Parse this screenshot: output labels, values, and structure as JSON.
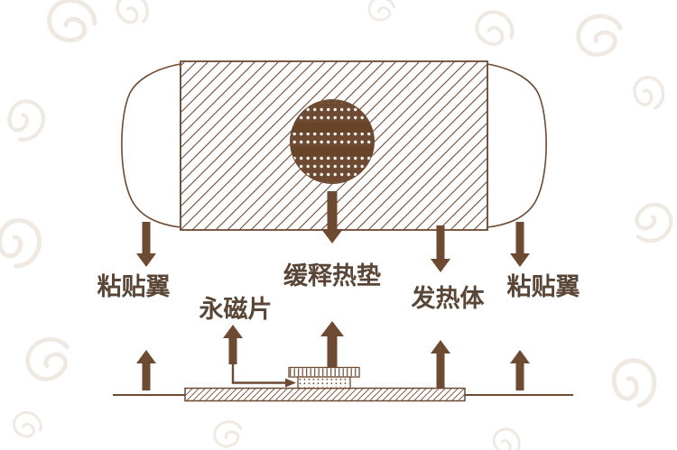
{
  "diagram": {
    "colors": {
      "primary": "#6e4a32",
      "text": "#5a4637",
      "ornament": "#ece4db",
      "background": "#ffffff"
    },
    "labels": {
      "left_wing": "粘贴翼",
      "heat_pad": "缓释热垫",
      "magnet": "永磁片",
      "heater": "发热体",
      "right_wing": "粘贴翼"
    }
  }
}
